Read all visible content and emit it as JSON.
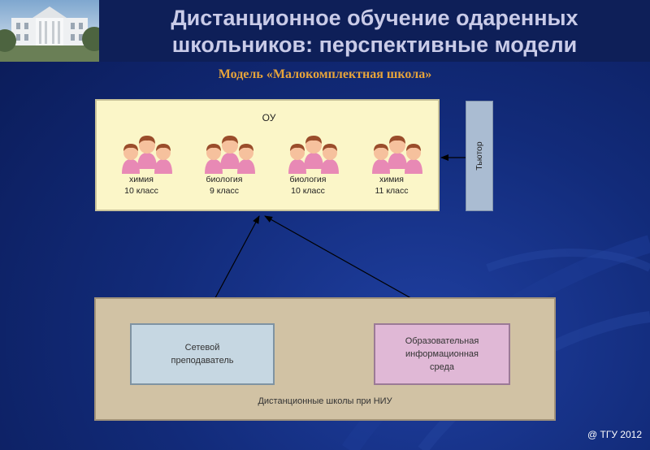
{
  "header": {
    "title_line1": "Дистанционное обучение одаренных",
    "title_line2": "школьников: перспективные модели"
  },
  "subtitle": "Модель «Малокомплектная школа»",
  "diagram": {
    "ou_label": "ОУ",
    "groups": [
      {
        "subject": "химия",
        "grade": "10 класс"
      },
      {
        "subject": "биология",
        "grade": "9 класс"
      },
      {
        "subject": "биология",
        "grade": "10 класс"
      },
      {
        "subject": "химия",
        "grade": "11 класс"
      }
    ],
    "tutor": "Тьютор",
    "teacher": "Сетевой\nпреподаватель",
    "environment": "Образовательная\nинформационная\nсреда",
    "niu_label": "Дистанционные школы при НИУ"
  },
  "footer": "@ ТГУ 2012",
  "colors": {
    "background": "#122b7a",
    "title": "#c9cbe8",
    "subtitle": "#e7a43a",
    "ou_box": "#fbf6c8",
    "tutor_box": "#aabcd2",
    "niu_box": "#d1c2a4",
    "teacher_box": "#c6d7e2",
    "environment_box": "#e0b8d6",
    "person_face": "#f6c19d",
    "person_body": "#e889b5",
    "person_hair": "#9a4d2b"
  }
}
